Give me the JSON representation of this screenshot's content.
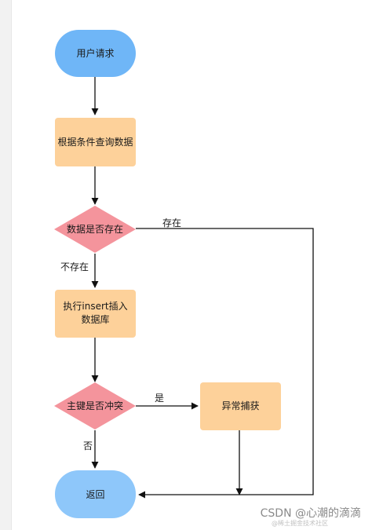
{
  "nodes": {
    "start": "用户请求",
    "query": "根据条件查询数据",
    "exists_check": "数据是否存在",
    "insert_line1": "执行insert插入",
    "insert_line2": "数据库",
    "conflict_check": "主键是否冲突",
    "catch": "异常捕获",
    "return": "返回"
  },
  "edges": {
    "exists_yes": "存在",
    "exists_no": "不存在",
    "conflict_yes": "是",
    "conflict_no": "否"
  },
  "colors": {
    "terminal": "#6fb6f7",
    "process": "#fdd19a",
    "decision": "#f4949c",
    "line": "#111111"
  },
  "watermark": {
    "main": "CSDN @心潮的滴滴",
    "small": "@稀土掘金技术社区"
  }
}
